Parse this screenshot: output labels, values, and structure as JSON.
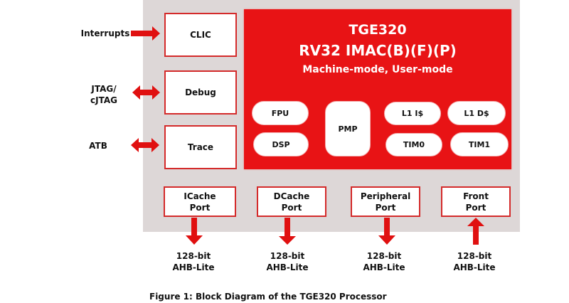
{
  "external_signals": {
    "interrupts": "Interrupts",
    "jtag": "JTAG/\ncJTAG",
    "atb": "ATB"
  },
  "side_blocks": {
    "clic": "CLIC",
    "debug": "Debug",
    "trace": "Trace"
  },
  "core": {
    "name": "TGE320",
    "isa": "RV32 IMAC(B)(F)(P)",
    "modes": "Machine-mode, User-mode",
    "units": {
      "fpu": "FPU",
      "dsp": "DSP",
      "pmp": "PMP",
      "l1i": "L1 I$",
      "l1d": "L1 D$",
      "tim0": "TIM0",
      "tim1": "TIM1"
    }
  },
  "ports": [
    {
      "name": "ICache\nPort",
      "bus": "128-bit\nAHB-Lite",
      "direction": "out"
    },
    {
      "name": "DCache\nPort",
      "bus": "128-bit\nAHB-Lite",
      "direction": "out"
    },
    {
      "name": "Peripheral\nPort",
      "bus": "128-bit\nAHB-Lite",
      "direction": "out"
    },
    {
      "name": "Front\nPort",
      "bus": "128-bit\nAHB-Lite",
      "direction": "in"
    }
  ],
  "caption": "Figure 1: Block Diagram of the TGE320 Processor",
  "colors": {
    "accent_red": "#e81315",
    "border_red": "#d42a2a",
    "panel_gray": "#ddd7d7"
  }
}
